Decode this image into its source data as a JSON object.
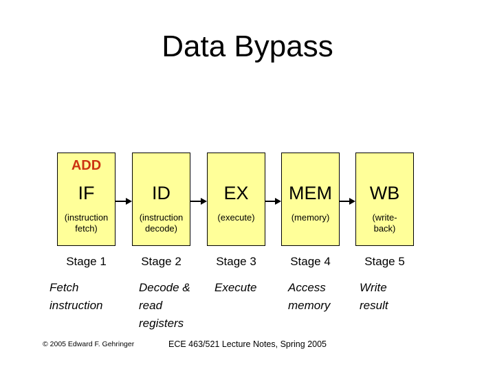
{
  "slide": {
    "title": "Data Bypass",
    "background_color": "#FFFFFF"
  },
  "colors": {
    "box_fill": "#FFFF99",
    "box_border": "#000000",
    "opcode_text": "#CC3311",
    "body_text": "#000000"
  },
  "pipeline": {
    "stages": [
      {
        "opcode": "ADD",
        "abbr": "IF",
        "detail": "(instruction\nfetch)",
        "stage_label": "Stage 1",
        "description": "Fetch\ninstruction"
      },
      {
        "opcode": "",
        "abbr": "ID",
        "detail": "(instruction\ndecode)",
        "stage_label": "Stage 2",
        "description": "Decode &\nread\nregisters"
      },
      {
        "opcode": "",
        "abbr": "EX",
        "detail": "(execute)",
        "stage_label": "Stage 3",
        "description": "Execute"
      },
      {
        "opcode": "",
        "abbr": "MEM",
        "detail": "(memory)",
        "stage_label": "Stage 4",
        "description": "Access\nmemory"
      },
      {
        "opcode": "",
        "abbr": "WB",
        "detail": "(write-\nback)",
        "stage_label": "Stage 5",
        "description": "Write\nresult"
      }
    ]
  },
  "footer": {
    "copyright": "© 2005 Edward F. Gehringer",
    "course": "ECE 463/521 Lecture Notes, Spring 2005"
  }
}
